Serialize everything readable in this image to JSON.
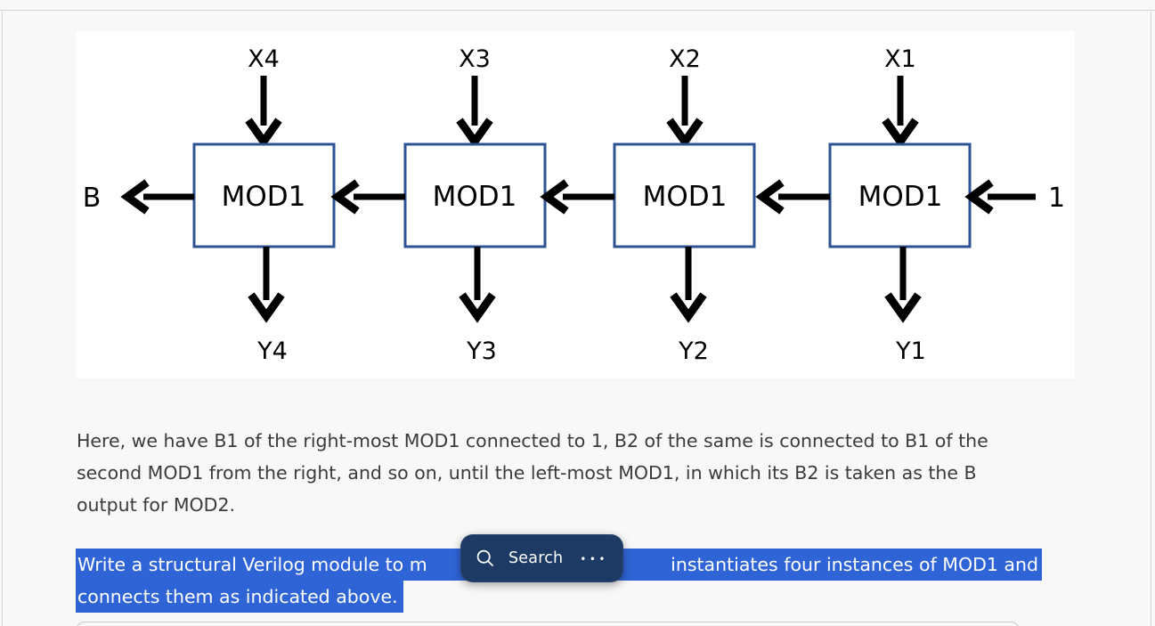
{
  "colors": {
    "page_bg": "#f8f8f8",
    "line_gray": "#d5d5d5",
    "selection_blue": "#2f64d6",
    "popup_bg": "#1c3a64",
    "box_border_blue": "#2e5395",
    "text_dark": "#3b3b3b"
  },
  "diagram": {
    "box_label": "MOD1",
    "x_labels": [
      "X4",
      "X3",
      "X2",
      "X1"
    ],
    "y_labels": [
      "Y4",
      "Y3",
      "Y2",
      "Y1"
    ],
    "left_output_label": "B",
    "right_input_label": "1"
  },
  "description": {
    "lines": [
      "Here, we have B1 of the right-most MOD1 connected to 1, B2 of the same is connected to B1 of the",
      "second MOD1 from the right, and so on, until the left-most MOD1, in which its B2 is taken as the B",
      "output for MOD2."
    ]
  },
  "selected_text": {
    "line1_start": "Write a structural Verilog module to m",
    "line1_end": "instantiates four instances of MOD1 and",
    "line2": "connects them as indicated above."
  },
  "search_popup": {
    "label": "Search",
    "more_label": "•••"
  }
}
